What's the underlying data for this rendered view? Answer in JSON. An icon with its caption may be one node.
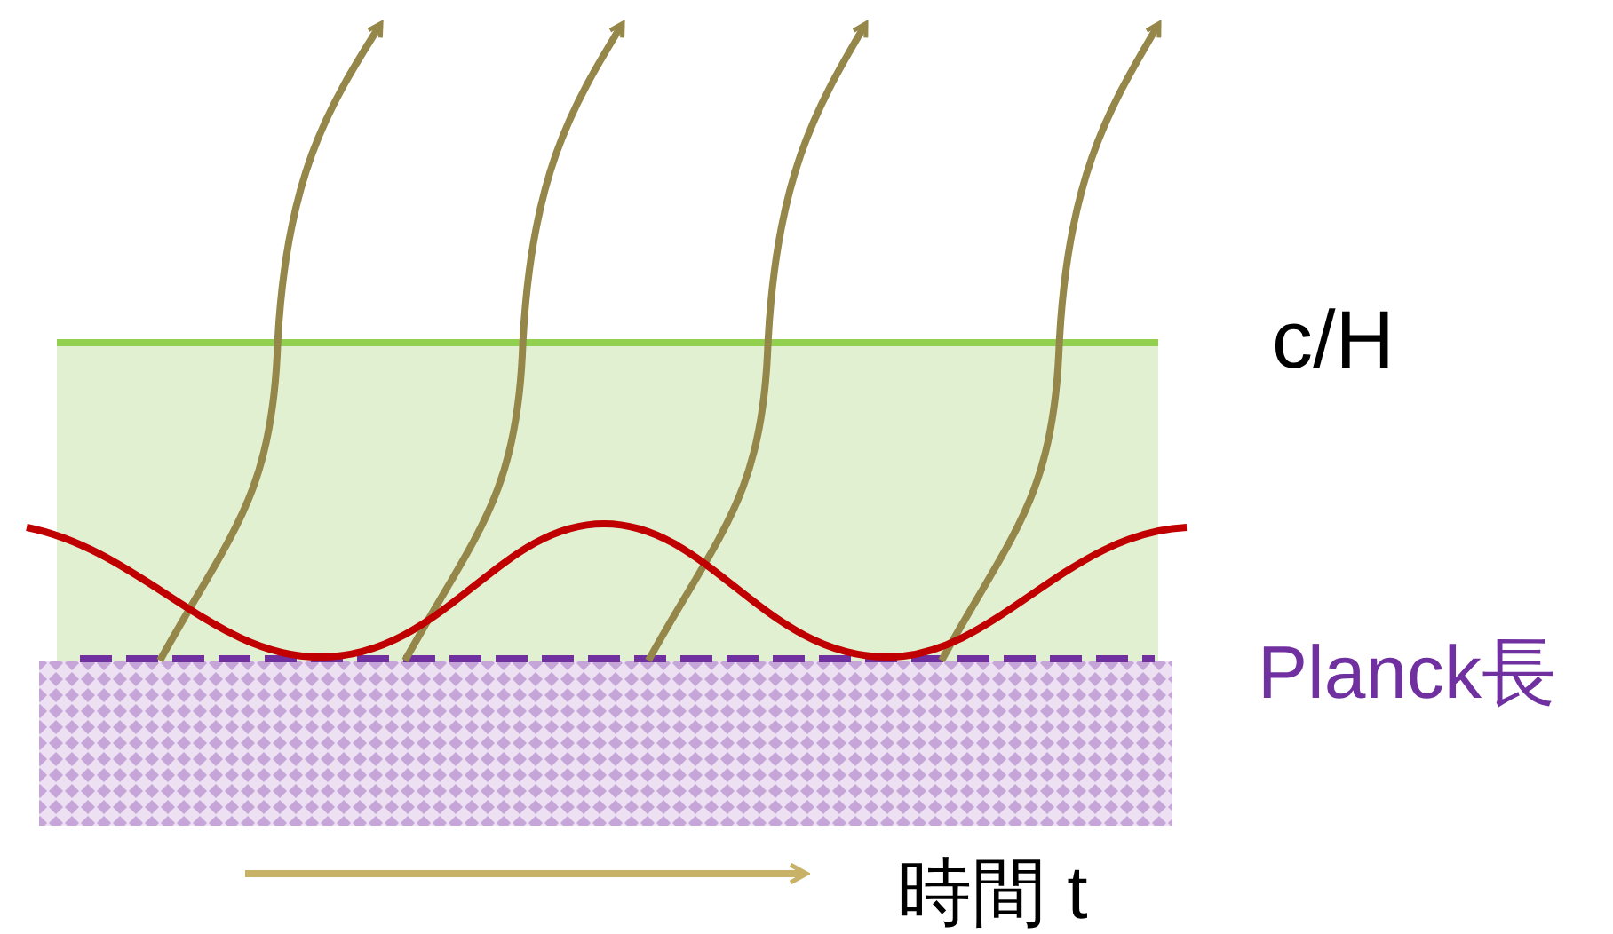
{
  "diagram": {
    "labels": [
      "c/H",
      "Planck長",
      "時間 t"
    ]
  }
}
